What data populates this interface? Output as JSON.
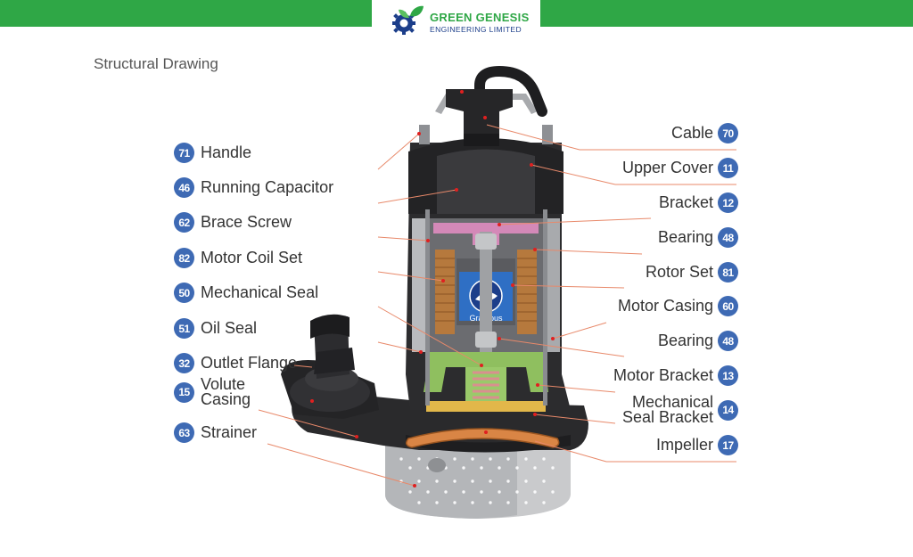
{
  "brand": {
    "name": "GREEN GENESIS",
    "subtitle": "ENGINEERING LIMITED"
  },
  "page_title": "Structural Drawing",
  "pump_logo_text": "Grampus",
  "left_labels": [
    {
      "number": "71",
      "text": "Handle"
    },
    {
      "number": "46",
      "text": "Running Capacitor"
    },
    {
      "number": "62",
      "text": "Brace Screw"
    },
    {
      "number": "82",
      "text": "Motor Coil Set"
    },
    {
      "number": "50",
      "text": "Mechanical Seal"
    },
    {
      "number": "51",
      "text": "Oil Seal"
    },
    {
      "number": "32",
      "text": "Outlet Flange"
    },
    {
      "number": "15",
      "text_line1": "Volute",
      "text_line2": "Casing"
    },
    {
      "number": "63",
      "text": "Strainer"
    }
  ],
  "right_labels": [
    {
      "number": "70",
      "text": "Cable"
    },
    {
      "number": "11",
      "text": "Upper Cover"
    },
    {
      "number": "12",
      "text": "Bracket"
    },
    {
      "number": "48",
      "text": "Bearing"
    },
    {
      "number": "81",
      "text": "Rotor Set"
    },
    {
      "number": "60",
      "text": "Motor Casing"
    },
    {
      "number": "48",
      "text": "Bearing"
    },
    {
      "number": "13",
      "text": "Motor Bracket"
    },
    {
      "number": "14",
      "text_line1": "Mechanical",
      "text_line2": "Seal Bracket"
    },
    {
      "number": "17",
      "text": "Impeller"
    }
  ],
  "colors": {
    "brand_green": "#2fa746",
    "badge_blue": "#3e6ab4",
    "leader_line": "#e8896a",
    "marker_red": "#e02020"
  }
}
